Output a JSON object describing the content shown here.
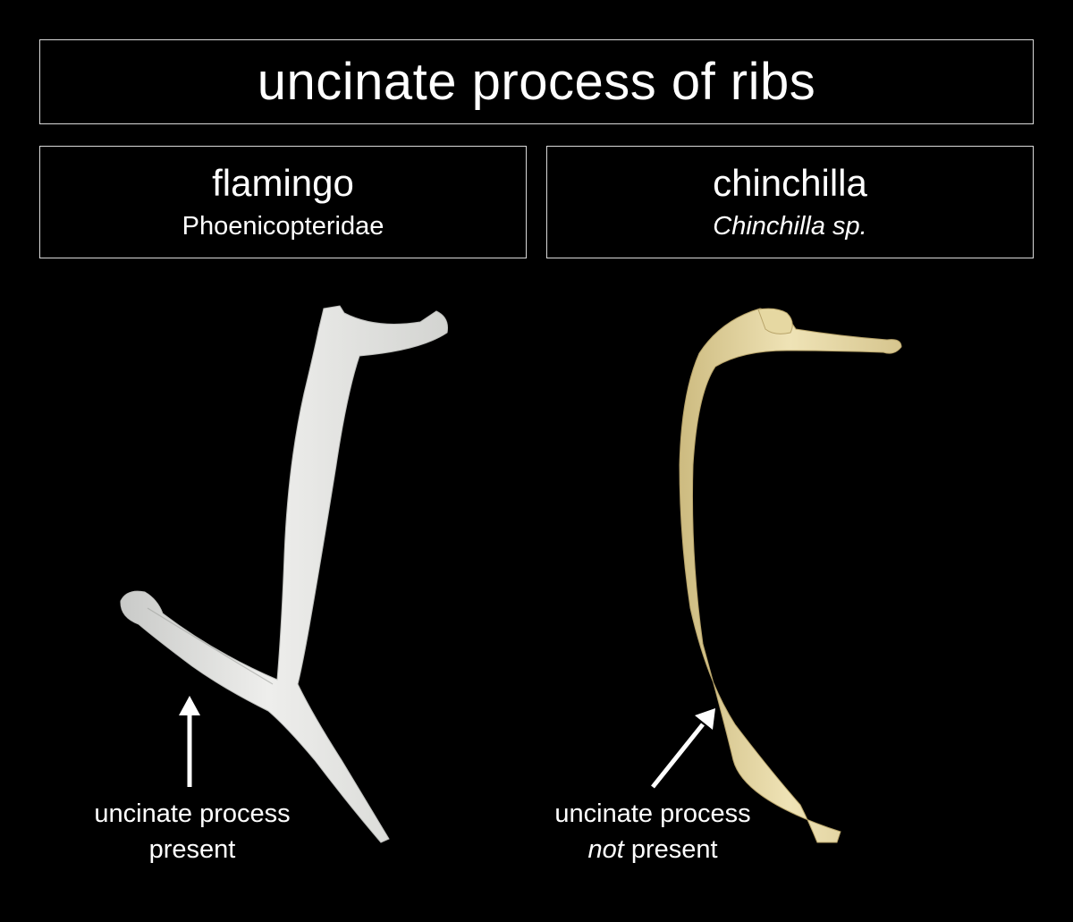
{
  "title": "uncinate process of ribs",
  "panels": [
    {
      "common_name": "flamingo",
      "scientific_name": "Phoenicopteridae",
      "annotation_line1": "uncinate process",
      "annotation_line2": "present"
    },
    {
      "common_name": "chinchilla",
      "scientific_name": "Chinchilla sp.",
      "annotation_line1": "uncinate process",
      "annotation_line2_emphasis": "not",
      "annotation_line2_rest": " present"
    }
  ],
  "colors": {
    "background": "#000000",
    "text": "#ffffff",
    "box_border": "#d9d9d9",
    "flamingo_bone": "#e4e4e1",
    "chinchilla_bone": "#e8dba8"
  }
}
